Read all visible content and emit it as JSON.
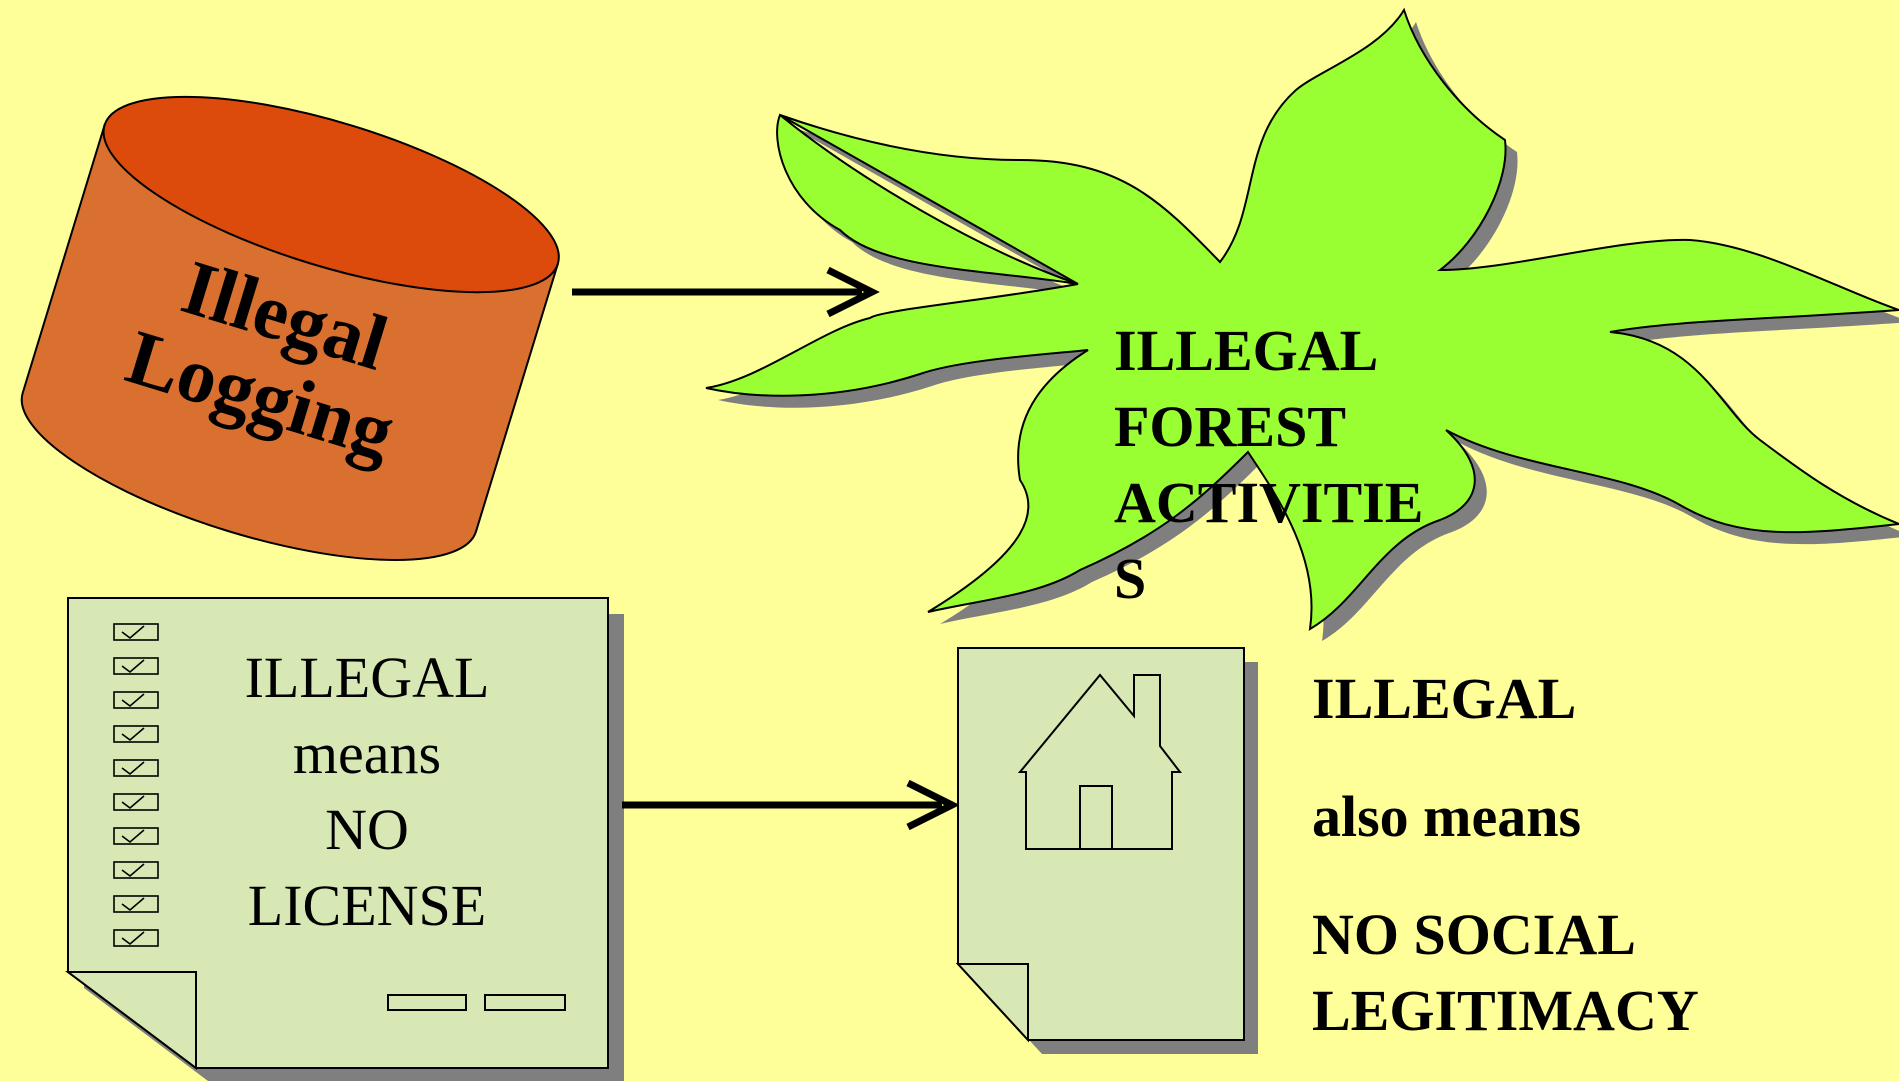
{
  "background_color": "#FFFF99",
  "colors": {
    "cylinder_body": "#D97030",
    "cylinder_top": "#DC4A0C",
    "star_fill": "#99FF33",
    "document_fill": "#D8E8B4",
    "shadow": "#7F7F7F",
    "outline": "#000000"
  },
  "cylinder": {
    "line1": "Illegal",
    "line2": "Logging"
  },
  "star": {
    "line1": "ILLEGAL",
    "line2": "FOREST",
    "line3": "ACTIVITIE",
    "line4": "S"
  },
  "license_doc": {
    "icon": "checklist-document-icon",
    "line1": "ILLEGAL",
    "line2": "means",
    "line3": "NO",
    "line4": "LICENSE"
  },
  "house_doc": {
    "icon": "house-document-icon"
  },
  "social_text": {
    "line1": "ILLEGAL",
    "line2": "also means",
    "line3": "NO SOCIAL",
    "line4": "LEGITIMACY"
  },
  "arrows": [
    {
      "from": "cylinder",
      "to": "star"
    },
    {
      "from": "license_doc",
      "to": "house_doc"
    }
  ]
}
